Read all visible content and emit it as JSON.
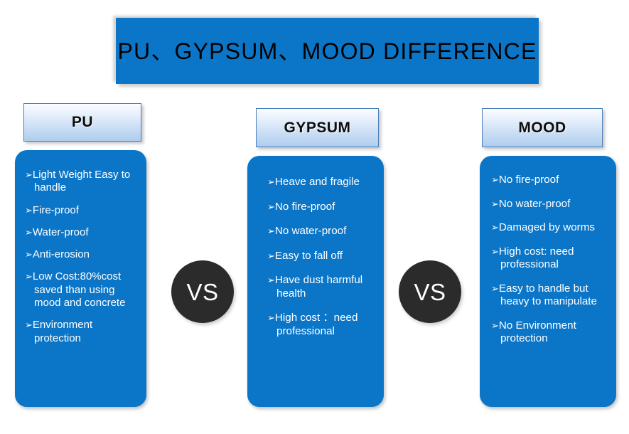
{
  "slide": {
    "title": "PU、GYPSUM、MOOD DIFFERENCE",
    "background_color": "#ffffff",
    "accent_blue": "#0b76c8",
    "header_border_color": "#4a7ebb",
    "vs_badge_color": "#2b2b2b",
    "bullet_glyph": "➢"
  },
  "columns": [
    {
      "key": "pu",
      "header": "PU",
      "items": [
        "Light Weight Easy to handle",
        "Fire-proof",
        "Water-proof",
        "Anti-erosion",
        "Low Cost:80%cost saved than using mood and concrete",
        "Environment protection"
      ]
    },
    {
      "key": "gypsum",
      "header": "GYPSUM",
      "items": [
        "Heave and fragile",
        "No fire-proof",
        "No water-proof",
        "Easy to fall off",
        "Have dust harmful health",
        "High cost ：need professional"
      ]
    },
    {
      "key": "mood",
      "header": "MOOD",
      "items": [
        "No fire-proof",
        "No water-proof",
        "Damaged by worms",
        "High cost: need professional",
        "Easy to handle but heavy to manipulate",
        "No Environment protection"
      ]
    }
  ],
  "separators": [
    {
      "key": "vs-left",
      "label": "VS"
    },
    {
      "key": "vs-right",
      "label": "VS"
    }
  ]
}
